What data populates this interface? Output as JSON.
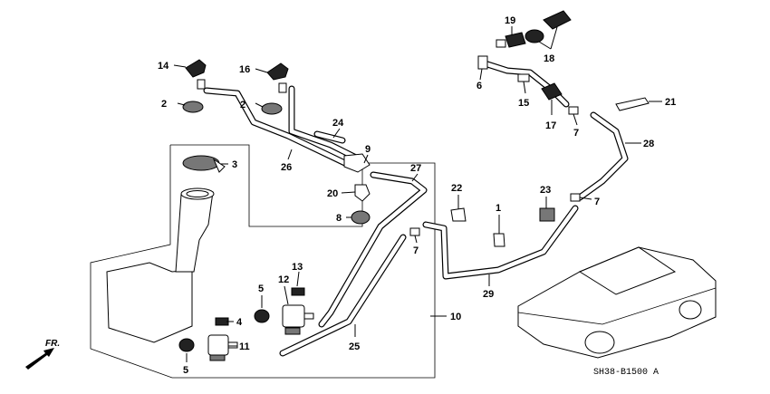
{
  "diagram": {
    "drawing_code": "SH38-B1500 A",
    "direction_label": "FR.",
    "callouts": {
      "c1": "1",
      "c2a": "2",
      "c2b": "2",
      "c3": "3",
      "c4": "4",
      "c5a": "5",
      "c5b": "5",
      "c6": "6",
      "c7a": "7",
      "c7b": "7",
      "c7c": "7",
      "c8": "8",
      "c9": "9",
      "c10": "10",
      "c11": "11",
      "c12": "12",
      "c13": "13",
      "c14": "14",
      "c15": "15",
      "c16": "16",
      "c17": "17",
      "c18": "18",
      "c19": "19",
      "c20": "20",
      "c21": "21",
      "c22": "22",
      "c23": "23",
      "c24": "24",
      "c25": "25",
      "c26": "26",
      "c27": "27",
      "c28": "28",
      "c29": "29"
    }
  }
}
